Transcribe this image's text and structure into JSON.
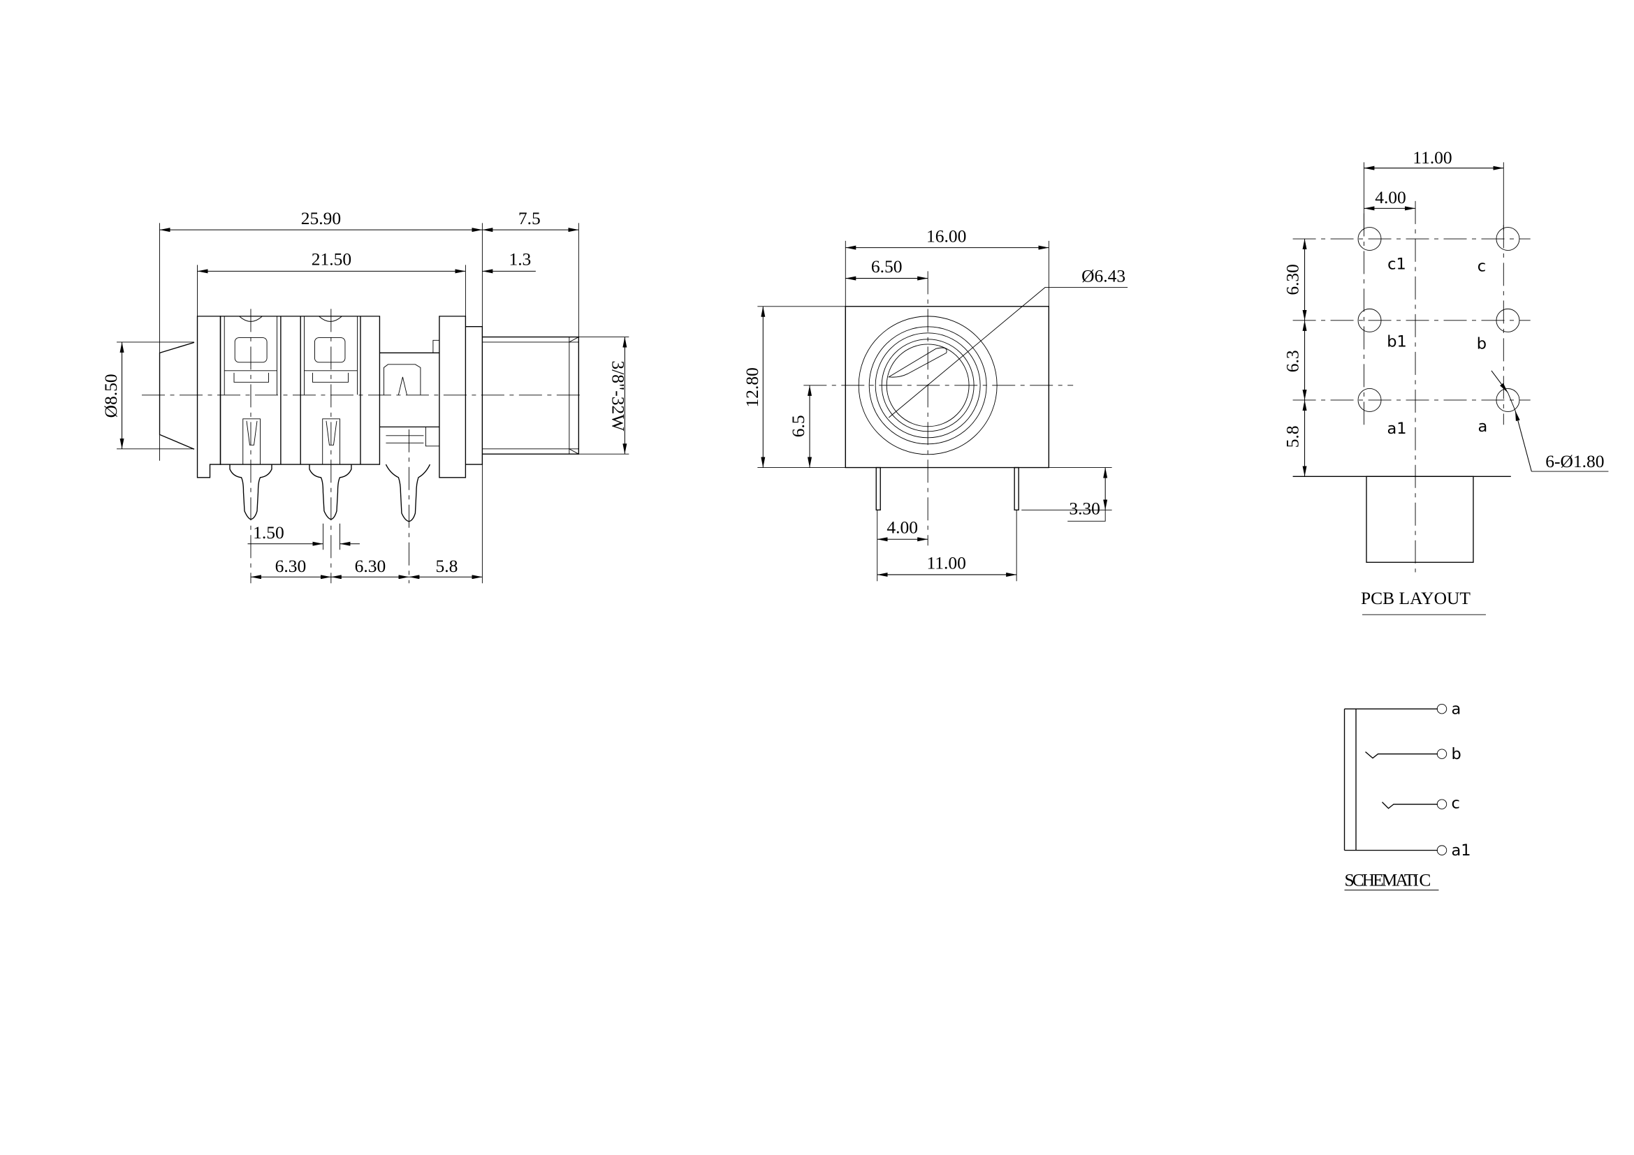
{
  "side_view": {
    "overall_length": "25.90",
    "thread_length": "7.5",
    "body_length": "21.50",
    "flange": "1.3",
    "nose_diameter": "Ø8.50",
    "thread_spec": "3/8\"-32W",
    "pin_width": "1.50",
    "pin_pitch_1": "6.30",
    "pin_pitch_2": "6.30",
    "pin_to_face": "5.8"
  },
  "front_view": {
    "width": "16.00",
    "center_offset": "6.50",
    "bore_diameter": "Ø6.43",
    "height": "12.80",
    "center_height": "6.5",
    "pin_length": "3.30",
    "pin_offset": "4.00",
    "pin_span": "11.00"
  },
  "pcb_layout": {
    "title": "PCB LAYOUT",
    "span": "11.00",
    "offset": "4.00",
    "row_pitch_1": "6.30",
    "row_pitch_2": "6.3",
    "edge_distance": "5.8",
    "hole_spec": "6-Ø1.80",
    "hole_labels": [
      "c1",
      "c",
      "b1",
      "b",
      "a1",
      "a"
    ]
  },
  "schematic": {
    "title": "SCHEMATI C",
    "terminals": [
      "a",
      "b",
      "c",
      "a1"
    ]
  }
}
